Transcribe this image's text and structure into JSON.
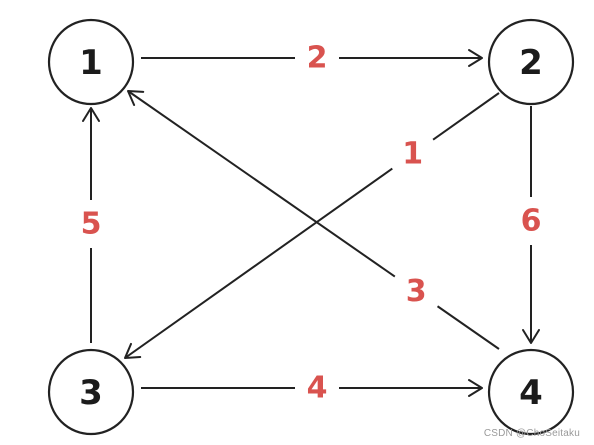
{
  "diagram": {
    "nodes": [
      {
        "id": "n1",
        "label": "1"
      },
      {
        "id": "n2",
        "label": "2"
      },
      {
        "id": "n3",
        "label": "3"
      },
      {
        "id": "n4",
        "label": "4"
      }
    ],
    "edges": [
      {
        "from": "n1",
        "to": "n2",
        "weight": "2"
      },
      {
        "from": "n2",
        "to": "n3",
        "weight": "1"
      },
      {
        "from": "n2",
        "to": "n4",
        "weight": "6"
      },
      {
        "from": "n3",
        "to": "n1",
        "weight": "5"
      },
      {
        "from": "n4",
        "to": "n1",
        "weight": "3"
      },
      {
        "from": "n3",
        "to": "n4",
        "weight": "4"
      }
    ],
    "colors": {
      "node_stroke": "#222222",
      "edge": "#222222",
      "weight": "#d9534f",
      "text": "#1b1b1b"
    }
  },
  "watermark": "CSDN @ChoSeitaku"
}
